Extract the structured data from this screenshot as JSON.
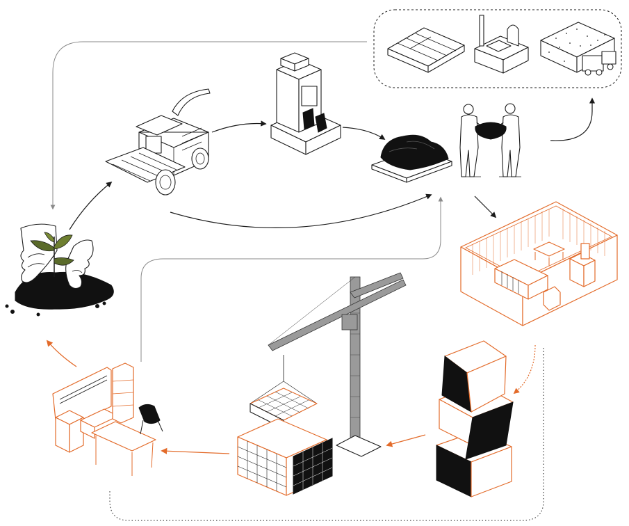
{
  "colors": {
    "accent": "#e36b2a",
    "ink": "#1a1a1a",
    "black_fill": "#111111",
    "grey_line": "#8a8a8a",
    "crane_grey": "#9a9a9a",
    "background": "#ffffff"
  },
  "diagram": {
    "kind": "circular-economy-lifecycle-illustration",
    "stages": [
      {
        "id": "planting",
        "icon": "hands-planting-seedling-icon"
      },
      {
        "id": "harvesting",
        "icon": "forage-harvester-icon"
      },
      {
        "id": "processing",
        "icon": "industrial-press-icon"
      },
      {
        "id": "biomass",
        "icon": "biomass-heap-icon"
      },
      {
        "id": "handling",
        "icon": "workers-carrying-bag-icon"
      },
      {
        "id": "byproducts",
        "icon": [
          "drying-tray-icon",
          "small-plant-building-icon",
          "soil-block-with-truck-icon"
        ]
      },
      {
        "id": "workshop",
        "icon": "workshop-room-with-machines-icon"
      },
      {
        "id": "blocks",
        "icon": "stacked-black-blocks-icon"
      },
      {
        "id": "construction",
        "icon": "tower-crane-with-panels-icon"
      },
      {
        "id": "furniture",
        "icon": "interior-furniture-icon"
      }
    ]
  }
}
